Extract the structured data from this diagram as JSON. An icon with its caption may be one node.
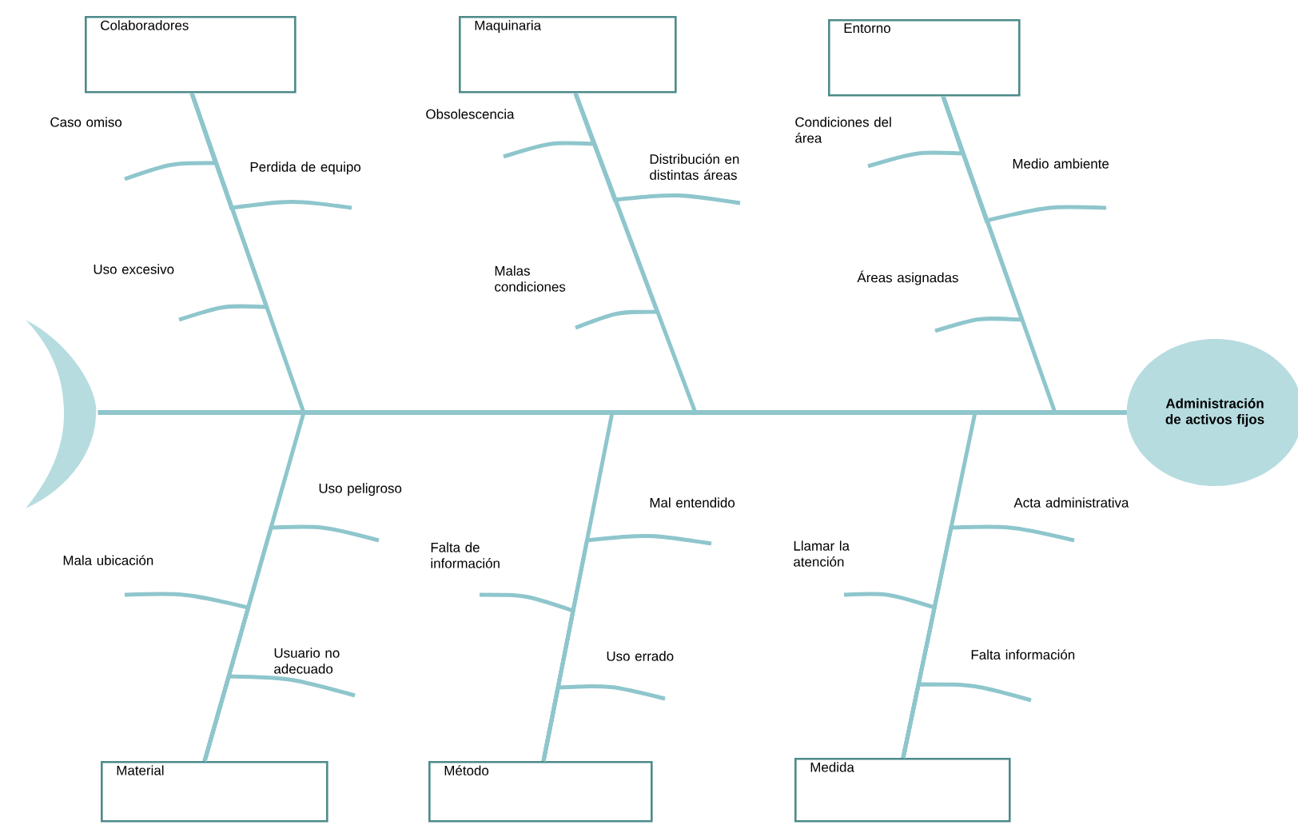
{
  "diagram": {
    "nodes": [
      {
        "text": [
          "Colaboradores"
        ]
      },
      {
        "text": [
          "Maquinaria"
        ]
      },
      {
        "text": [
          "Entorno"
        ]
      },
      {
        "text": [
          "Material"
        ]
      },
      {
        "text": [
          "Método"
        ]
      },
      {
        "text": [
          "Medida"
        ]
      },
      {
        "text": [
          "Administración de activos fijos"
        ]
      },
      {
        "text": [],
        "shape": "crescent"
      },
      {
        "text": [
          "Caso omiso"
        ]
      },
      {
        "text": [
          "Perdida de equipo"
        ]
      },
      {
        "text": [
          "Uso excesivo"
        ]
      },
      {
        "text": [
          "Obsolescencia"
        ]
      },
      {
        "text": [
          "Distribución en distintas áreas"
        ]
      },
      {
        "text": [
          "Malas condiciones"
        ]
      },
      {
        "text": [
          "Condiciones del área"
        ]
      },
      {
        "text": [
          "Medio ambiente"
        ]
      },
      {
        "text": [
          "Áreas asignadas"
        ]
      },
      {
        "text": [
          "Uso peligroso"
        ]
      },
      {
        "text": [
          "Mala ubicación"
        ]
      },
      {
        "text": [
          "Usuario no adecuado"
        ]
      },
      {
        "text": [
          "Mal entendido"
        ]
      },
      {
        "text": [
          "Falta de información"
        ]
      },
      {
        "text": [
          "Uso errado"
        ]
      },
      {
        "text": [
          "Acta administrativa"
        ]
      },
      {
        "text": [
          "Llamar la atención"
        ]
      },
      {
        "text": [
          "Falta información"
        ]
      }
    ],
    "edges": [
      {
        "from": 7,
        "to": 6,
        "arrow": "none"
      },
      {
        "from": 0,
        "to": 6,
        "arrow": "none"
      },
      {
        "from": 1,
        "to": 6,
        "arrow": "none"
      },
      {
        "from": 2,
        "to": 6,
        "arrow": "none"
      },
      {
        "from": 3,
        "to": 6,
        "arrow": "none"
      },
      {
        "from": 4,
        "to": 6,
        "arrow": "none"
      },
      {
        "from": 5,
        "to": 6,
        "arrow": "none"
      },
      {
        "from": 8,
        "to": 0,
        "arrow": "none"
      },
      {
        "from": 9,
        "to": 0,
        "arrow": "none"
      },
      {
        "from": 10,
        "to": 0,
        "arrow": "none"
      },
      {
        "from": 11,
        "to": 1,
        "arrow": "none"
      },
      {
        "from": 12,
        "to": 1,
        "arrow": "none"
      },
      {
        "from": 13,
        "to": 1,
        "arrow": "none"
      },
      {
        "from": 14,
        "to": 2,
        "arrow": "none"
      },
      {
        "from": 15,
        "to": 2,
        "arrow": "none"
      },
      {
        "from": 16,
        "to": 2,
        "arrow": "none"
      },
      {
        "from": 17,
        "to": 3,
        "arrow": "none"
      },
      {
        "from": 18,
        "to": 3,
        "arrow": "none"
      },
      {
        "from": 19,
        "to": 3,
        "arrow": "none"
      },
      {
        "from": 20,
        "to": 4,
        "arrow": "none"
      },
      {
        "from": 21,
        "to": 4,
        "arrow": "none"
      },
      {
        "from": 22,
        "to": 4,
        "arrow": "none"
      },
      {
        "from": 23,
        "to": 5,
        "arrow": "none"
      },
      {
        "from": 24,
        "to": 5,
        "arrow": "none"
      },
      {
        "from": 25,
        "to": 5,
        "arrow": "none"
      }
    ]
  }
}
